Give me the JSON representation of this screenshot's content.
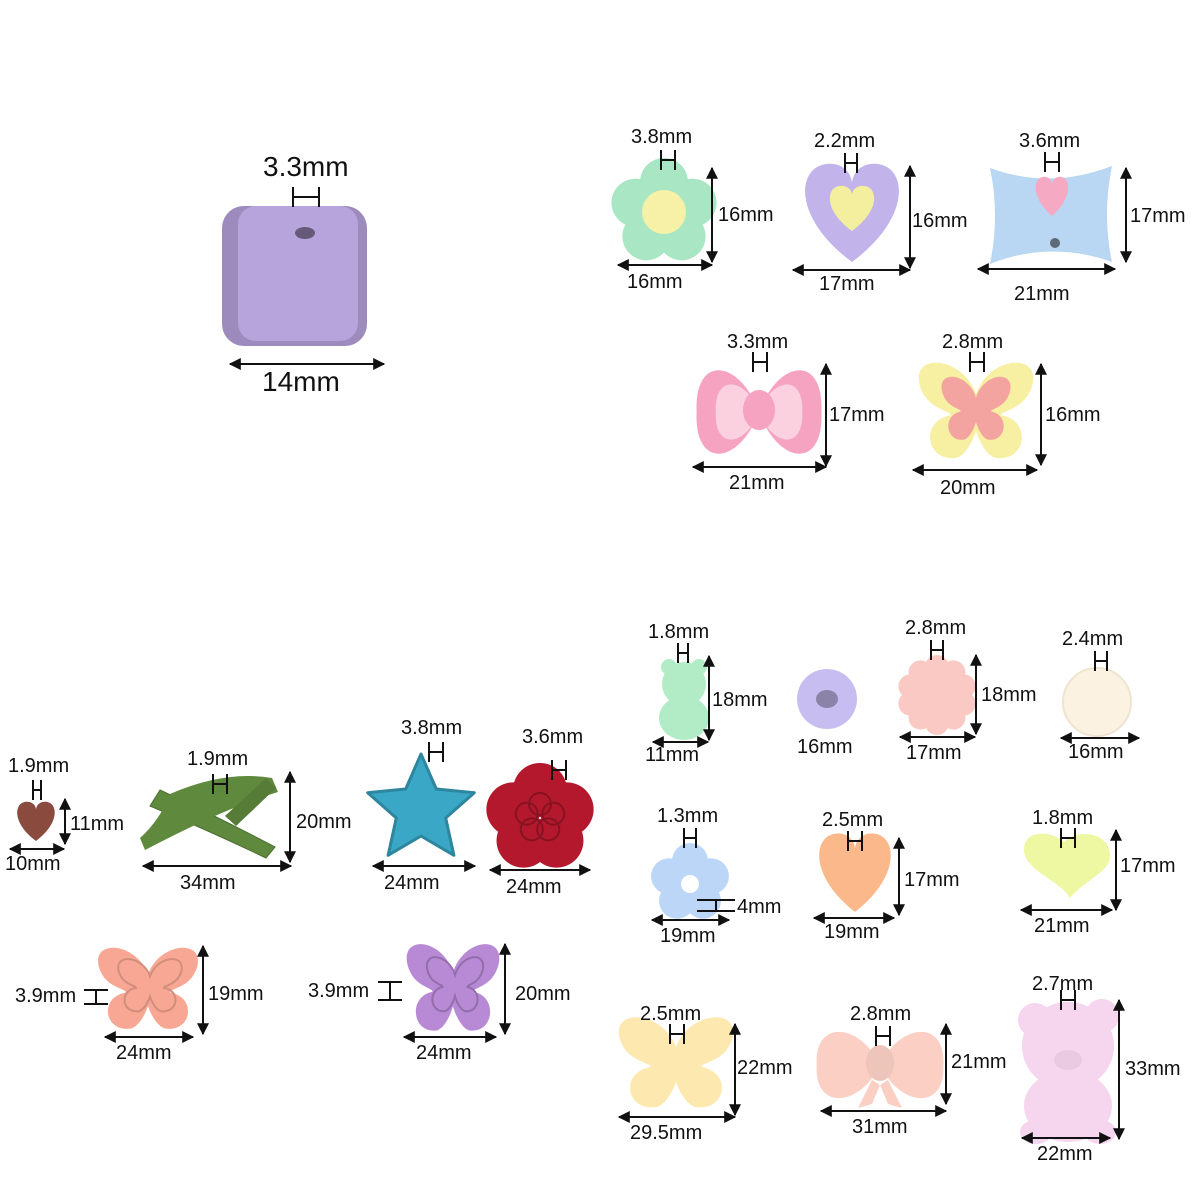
{
  "beads": [
    {
      "id": "cube",
      "shape": "cube",
      "color": "#b7a4dd",
      "hole": "3.3mm",
      "width": "14mm"
    },
    {
      "id": "flower-mint",
      "shape": "flower",
      "color": "#a8e6c4",
      "center": "#f6f1a7",
      "hole": "3.8mm",
      "height": "16mm",
      "width": "16mm"
    },
    {
      "id": "heart-lavender",
      "shape": "heart",
      "color": "#c2b3ea",
      "center": "#f3ef9e",
      "hole": "2.2mm",
      "height": "16mm",
      "width": "17mm"
    },
    {
      "id": "candy-blue",
      "shape": "candy",
      "color": "#b9d6f2",
      "center": "#f5a9c3",
      "hole": "3.6mm",
      "height": "17mm",
      "width": "21mm"
    },
    {
      "id": "bow-pink",
      "shape": "bow",
      "color": "#f5a3c1",
      "center": "#fbd0df",
      "hole": "3.3mm",
      "height": "17mm",
      "width": "21mm"
    },
    {
      "id": "butterfly-yellow",
      "shape": "butterfly",
      "color": "#f7efa2",
      "center": "#f4a4a0",
      "hole": "2.8mm",
      "height": "16mm",
      "width": "20mm"
    },
    {
      "id": "heart-brown",
      "shape": "smallheart",
      "color": "#8a4a3e",
      "hole": "1.9mm",
      "height": "11mm",
      "width": "10mm"
    },
    {
      "id": "bow-green",
      "shape": "xbow",
      "color": "#5f8a3d",
      "hole": "1.9mm",
      "height": "20mm",
      "width": "34mm"
    },
    {
      "id": "star-blue",
      "shape": "star",
      "color": "#3aa7c6",
      "hole": "3.8mm",
      "width": "24mm"
    },
    {
      "id": "flower-red",
      "shape": "flower5",
      "color": "#b4182d",
      "hole": "3.6mm",
      "width": "24mm"
    },
    {
      "id": "butterfly-salmon",
      "shape": "butterfly2",
      "color": "#f7a793",
      "hole": "3.9mm",
      "height": "19mm",
      "width": "24mm"
    },
    {
      "id": "butterfly-purple",
      "shape": "butterfly2",
      "color": "#b88ad6",
      "hole": "3.9mm",
      "height": "20mm",
      "width": "24mm"
    },
    {
      "id": "bear-mint",
      "shape": "bear",
      "color": "#b2ecc7",
      "hole": "1.8mm",
      "height": "18mm",
      "width": "11mm"
    },
    {
      "id": "ball-lavender",
      "shape": "ball",
      "color": "#c8bdf0",
      "width": "16mm"
    },
    {
      "id": "flower-peach",
      "shape": "ball",
      "color": "#fbc9c3",
      "hole": "2.8mm",
      "height": "18mm",
      "width": "17mm"
    },
    {
      "id": "ball-cream",
      "shape": "ball",
      "color": "#fbf2e2",
      "hole": "2.4mm",
      "width": "16mm"
    },
    {
      "id": "donut-blue",
      "shape": "donut",
      "color": "#bcd6f8",
      "hole": "1.3mm",
      "inner": "4mm",
      "width": "19mm"
    },
    {
      "id": "heart-orange",
      "shape": "heart2",
      "color": "#fbb98b",
      "hole": "2.5mm",
      "height": "17mm",
      "width": "19mm"
    },
    {
      "id": "heart-lime",
      "shape": "heart3",
      "color": "#eef8a2",
      "hole": "1.8mm",
      "height": "17mm",
      "width": "21mm"
    },
    {
      "id": "butterfly-cream",
      "shape": "butterfly3",
      "color": "#fde8b0",
      "hole": "2.5mm",
      "height": "22mm",
      "width": "29.5mm"
    },
    {
      "id": "bow-peach",
      "shape": "bow2",
      "color": "#fbcfc4",
      "hole": "2.8mm",
      "height": "21mm",
      "width": "31mm"
    },
    {
      "id": "bear-pink",
      "shape": "bigbear",
      "color": "#f6d5ee",
      "hole": "2.7mm",
      "height": "33mm",
      "width": "22mm"
    }
  ]
}
